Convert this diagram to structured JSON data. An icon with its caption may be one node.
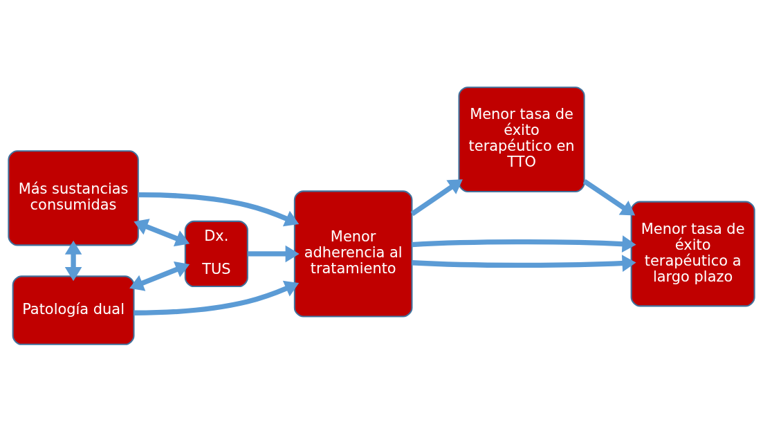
{
  "diagram": {
    "nodes": [
      {
        "text": [
          "Más sustancias consumidas"
        ]
      },
      {
        "text": [
          "Dx.",
          "TUS"
        ]
      },
      {
        "text": [
          "Patología dual"
        ]
      },
      {
        "text": [
          "Menor adherencia al tratamiento"
        ]
      },
      {
        "text": [
          "Menor tasa de éxito terapéutico en TTO"
        ]
      },
      {
        "text": [
          "Menor tasa de éxito terapéutico a largo plazo"
        ]
      }
    ],
    "edges": [
      {
        "from": 0,
        "to": 2,
        "arrow": "both"
      },
      {
        "from": 0,
        "to": 1,
        "arrow": "both"
      },
      {
        "from": 1,
        "to": 2,
        "arrow": "both"
      },
      {
        "from": 0,
        "to": 3,
        "arrow": "to"
      },
      {
        "from": 1,
        "to": 3,
        "arrow": "to"
      },
      {
        "from": 2,
        "to": 3,
        "arrow": "to"
      },
      {
        "from": 3,
        "to": 4,
        "arrow": "to"
      },
      {
        "from": 4,
        "to": 5,
        "arrow": "to"
      },
      {
        "from": 3,
        "to": 5,
        "arrow": "to"
      },
      {
        "from": 3,
        "to": 5,
        "arrow": "to"
      }
    ]
  }
}
